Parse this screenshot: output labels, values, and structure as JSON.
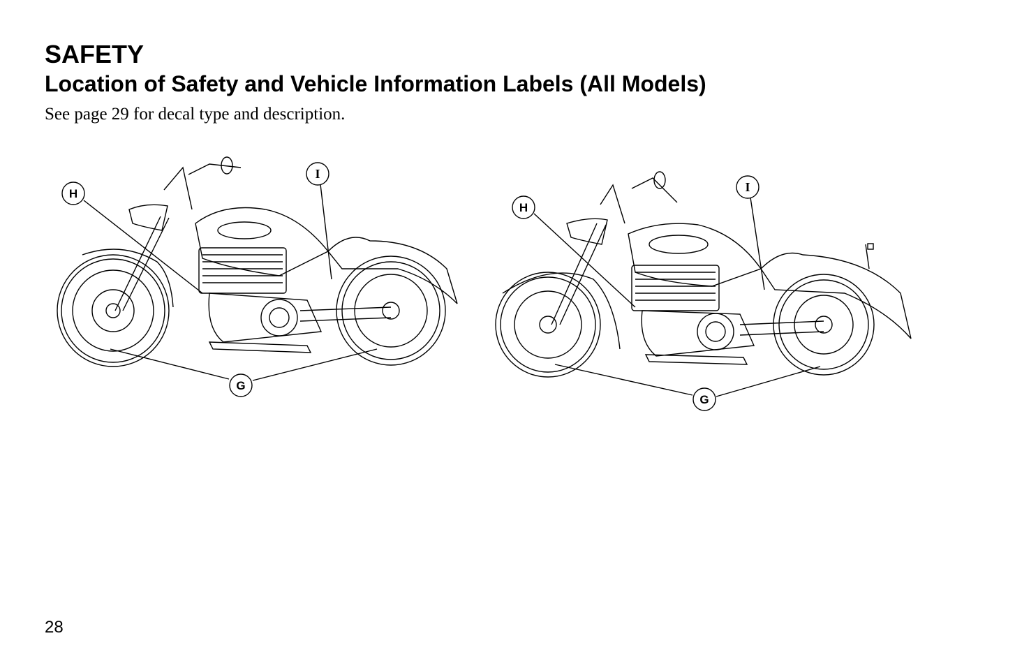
{
  "header": {
    "section": "SAFETY",
    "title": "Location of Safety and Vehicle Information Labels (All Models)",
    "intro": "See page 29 for decal type and description."
  },
  "figures": [
    {
      "callouts": {
        "h": "H",
        "i": "I",
        "g": "G"
      }
    },
    {
      "callouts": {
        "h": "H",
        "i": "I",
        "g": "G"
      }
    }
  ],
  "footer": {
    "page_number": "28"
  }
}
